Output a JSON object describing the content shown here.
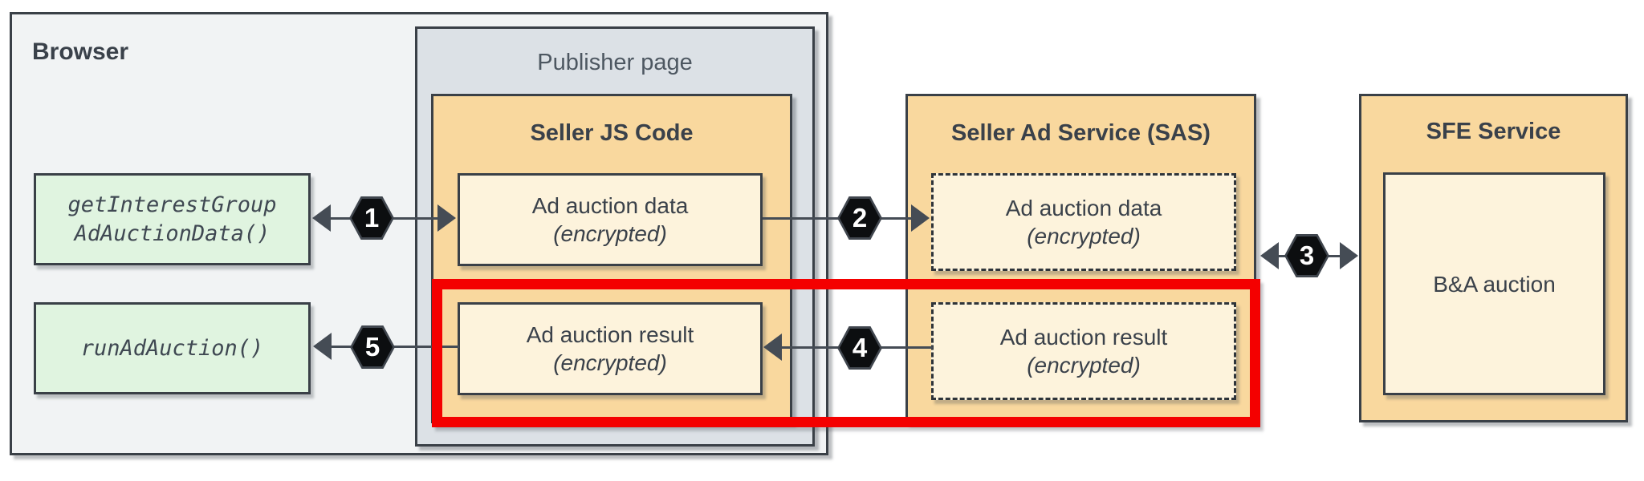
{
  "nodes": {
    "browser": {
      "label": "Browser"
    },
    "publisher_page": {
      "label": "Publisher page"
    },
    "seller_js": {
      "label": "Seller JS Code"
    },
    "sas": {
      "label": "Seller Ad Service (SAS)"
    },
    "sfe": {
      "label": "SFE Service"
    },
    "ba_auction": {
      "label": "B&A auction"
    },
    "get_interest_group": {
      "line1": "getInterestGroup",
      "line2": "AdAuctionData()"
    },
    "run_ad_auction": {
      "label": "runAdAuction()"
    },
    "js_data": {
      "line1": "Ad auction data",
      "line2": "(encrypted)"
    },
    "js_result": {
      "line1": "Ad auction result",
      "line2": "(encrypted)"
    },
    "sas_data": {
      "line1": "Ad auction data",
      "line2": "(encrypted)"
    },
    "sas_result": {
      "line1": "Ad auction result",
      "line2": "(encrypted)"
    }
  },
  "steps": {
    "s1": "1",
    "s2": "2",
    "s3": "3",
    "s4": "4",
    "s5": "5"
  },
  "colors": {
    "browser_fill": "#f1f3f4",
    "publisher_fill": "#dce1e6",
    "service_fill": "#f9d89e",
    "inner_fill": "#fdf3dc",
    "api_fill": "#e0f4e0",
    "border": "#3a4047",
    "connector": "#454c55",
    "hexagon_fill": "#0c0e10",
    "hexagon_text": "#ffffff",
    "highlight": "#f40000",
    "text": "#3a414a"
  }
}
